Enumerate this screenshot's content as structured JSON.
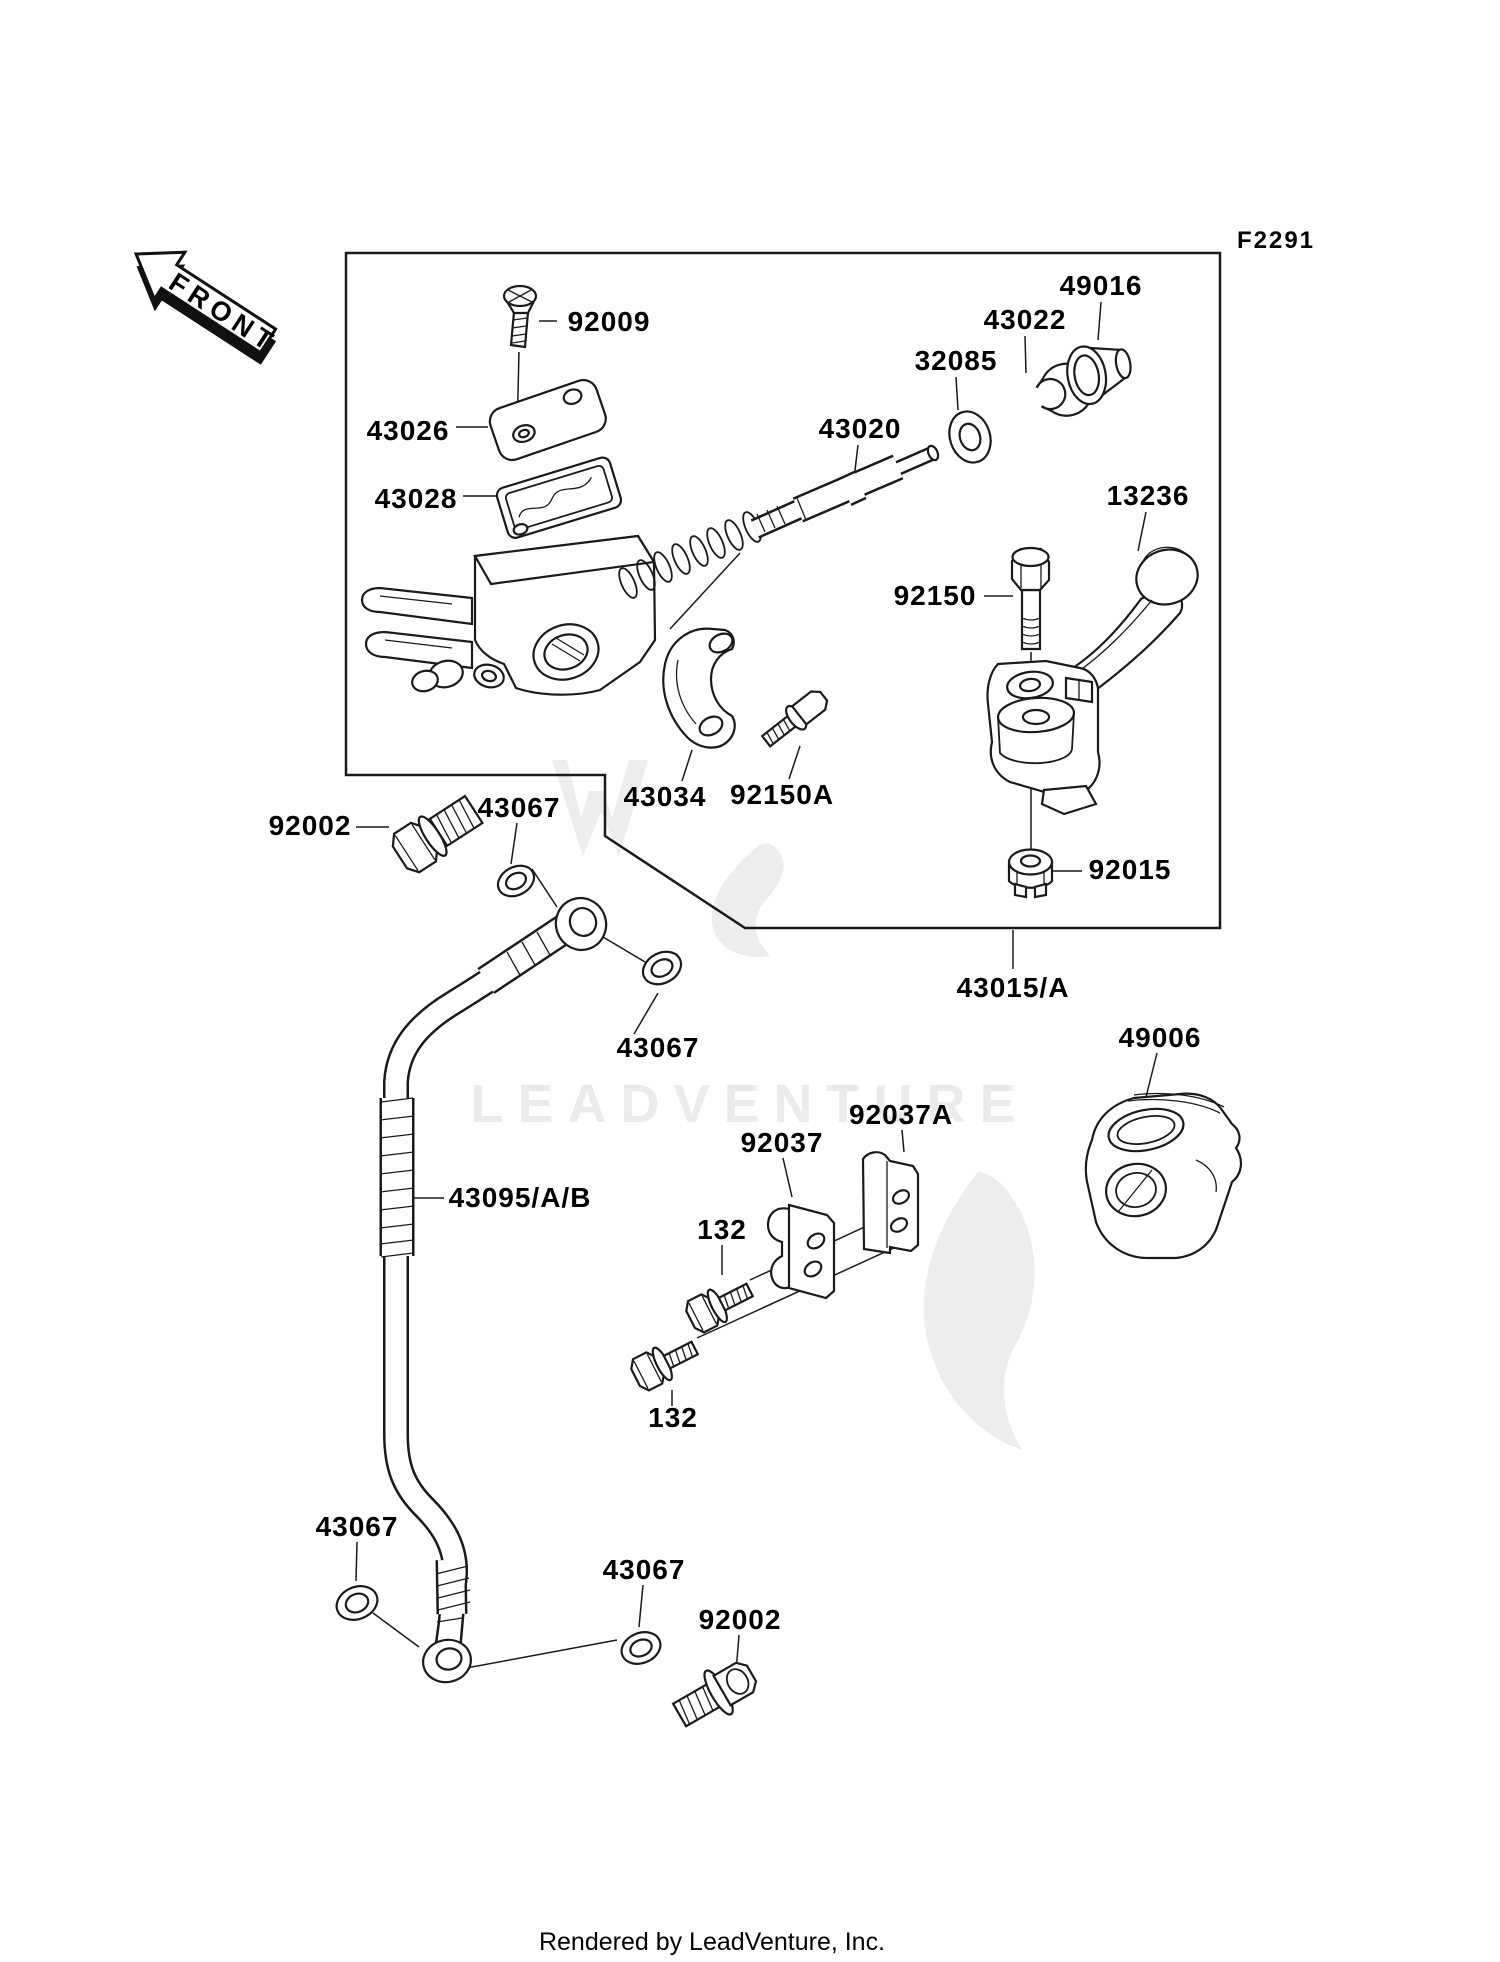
{
  "diagram": {
    "figure_code": "F2291",
    "front_label": "FRONT",
    "footer": "Rendered by LeadVenture, Inc.",
    "watermark": {
      "text": "LEADVENTURE",
      "color": "#ebebeb"
    },
    "colors": {
      "line": "#1a1a1a",
      "background": "#ffffff",
      "label": "#000000"
    },
    "part_labels": [
      {
        "text": "92009"
      },
      {
        "text": "43026"
      },
      {
        "text": "43028"
      },
      {
        "text": "43020"
      },
      {
        "text": "32085"
      },
      {
        "text": "43022"
      },
      {
        "text": "49016"
      },
      {
        "text": "13236"
      },
      {
        "text": "92150"
      },
      {
        "text": "43034"
      },
      {
        "text": "92150A"
      },
      {
        "text": "92015"
      },
      {
        "text": "43015/A"
      },
      {
        "text": "92002"
      },
      {
        "text": "43067"
      },
      {
        "text": "43067"
      },
      {
        "text": "43095/A/B"
      },
      {
        "text": "92037"
      },
      {
        "text": "92037A"
      },
      {
        "text": "132"
      },
      {
        "text": "132"
      },
      {
        "text": "43067"
      },
      {
        "text": "43067"
      },
      {
        "text": "92002"
      },
      {
        "text": "49006"
      }
    ]
  }
}
